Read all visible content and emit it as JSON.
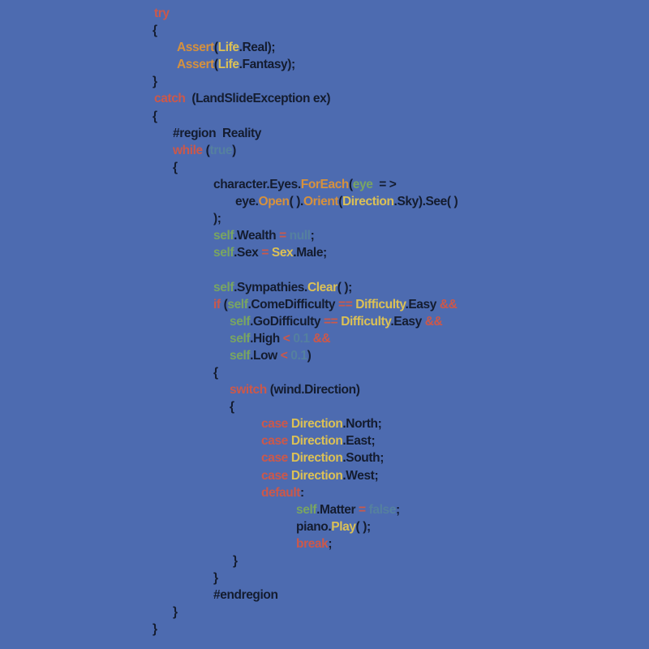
{
  "code": {
    "language_hint": "C#",
    "palette": {
      "background": "#4d6bb0",
      "plain": "#141c2f",
      "red": "#cc584a",
      "orange": "#d6913d",
      "yellow": "#dcc155",
      "green": "#79a562",
      "blue": "#55809f"
    },
    "lines": [
      {
        "indent": 2,
        "tokens": [
          {
            "c": "red",
            "t": "try"
          }
        ]
      },
      {
        "indent": 0,
        "tokens": [
          {
            "c": "plain",
            "t": "{"
          }
        ]
      },
      {
        "indent": 30,
        "tokens": [
          {
            "c": "orange",
            "t": "Assert"
          },
          {
            "c": "plain",
            "t": "("
          },
          {
            "c": "yellow",
            "t": "Life"
          },
          {
            "c": "plain",
            "t": ".Real);"
          }
        ]
      },
      {
        "indent": 30,
        "tokens": [
          {
            "c": "orange",
            "t": "Assert"
          },
          {
            "c": "plain",
            "t": "("
          },
          {
            "c": "yellow",
            "t": "Life"
          },
          {
            "c": "plain",
            "t": ".Fantasy);"
          }
        ]
      },
      {
        "indent": 0,
        "tokens": [
          {
            "c": "plain",
            "t": "}"
          }
        ]
      },
      {
        "indent": 2,
        "tokens": [
          {
            "c": "red",
            "t": "catch"
          },
          {
            "c": "plain",
            "t": "  (LandSlideException ex)"
          }
        ]
      },
      {
        "indent": 0,
        "tokens": [
          {
            "c": "plain",
            "t": "{"
          }
        ]
      },
      {
        "indent": 25,
        "tokens": [
          {
            "c": "plain",
            "t": "#region  Reality"
          }
        ]
      },
      {
        "indent": 25,
        "tokens": [
          {
            "c": "red",
            "t": "while"
          },
          {
            "c": "plain",
            "t": " ("
          },
          {
            "c": "blue",
            "t": "true"
          },
          {
            "c": "plain",
            "t": ")"
          }
        ]
      },
      {
        "indent": 25,
        "tokens": [
          {
            "c": "plain",
            "t": "{"
          }
        ]
      },
      {
        "indent": 75,
        "tokens": [
          {
            "c": "plain",
            "t": "character.Eyes."
          },
          {
            "c": "orange",
            "t": "ForEach"
          },
          {
            "c": "plain",
            "t": "("
          },
          {
            "c": "green",
            "t": "eye"
          },
          {
            "c": "plain",
            "t": "  = >"
          }
        ]
      },
      {
        "indent": 102,
        "tokens": [
          {
            "c": "plain",
            "t": "eye."
          },
          {
            "c": "orange",
            "t": "Open"
          },
          {
            "c": "plain",
            "t": "( )."
          },
          {
            "c": "orange",
            "t": "Orient"
          },
          {
            "c": "plain",
            "t": "("
          },
          {
            "c": "yellow",
            "t": "Direction"
          },
          {
            "c": "plain",
            "t": ".Sky).See( )"
          }
        ]
      },
      {
        "indent": 75,
        "tokens": [
          {
            "c": "plain",
            "t": ");"
          }
        ]
      },
      {
        "indent": 75,
        "tokens": [
          {
            "c": "green",
            "t": "self"
          },
          {
            "c": "plain",
            "t": ".Wealth "
          },
          {
            "c": "red",
            "t": "="
          },
          {
            "c": "blue",
            "t": " null"
          },
          {
            "c": "plain",
            "t": ";"
          }
        ]
      },
      {
        "indent": 75,
        "tokens": [
          {
            "c": "green",
            "t": "self"
          },
          {
            "c": "plain",
            "t": ".Sex "
          },
          {
            "c": "red",
            "t": "="
          },
          {
            "c": "plain",
            "t": " "
          },
          {
            "c": "yellow",
            "t": "Sex"
          },
          {
            "c": "plain",
            "t": ".Male;"
          }
        ]
      },
      {
        "indent": 0,
        "tokens": []
      },
      {
        "indent": 75,
        "tokens": [
          {
            "c": "green",
            "t": "self"
          },
          {
            "c": "plain",
            "t": ".Sympathies."
          },
          {
            "c": "yellow",
            "t": "Clear"
          },
          {
            "c": "plain",
            "t": "( );"
          }
        ]
      },
      {
        "indent": 75,
        "tokens": [
          {
            "c": "red",
            "t": "if"
          },
          {
            "c": "plain",
            "t": " ("
          },
          {
            "c": "green",
            "t": "self"
          },
          {
            "c": "plain",
            "t": ".ComeDifficulty "
          },
          {
            "c": "red",
            "t": "=="
          },
          {
            "c": "plain",
            "t": " "
          },
          {
            "c": "yellow",
            "t": "Difficulty"
          },
          {
            "c": "plain",
            "t": ".Easy "
          },
          {
            "c": "red",
            "t": "&&"
          }
        ]
      },
      {
        "indent": 95,
        "tokens": [
          {
            "c": "green",
            "t": "self"
          },
          {
            "c": "plain",
            "t": ".GoDifficulty "
          },
          {
            "c": "red",
            "t": "=="
          },
          {
            "c": "plain",
            "t": " "
          },
          {
            "c": "yellow",
            "t": "Difficulty"
          },
          {
            "c": "plain",
            "t": ".Easy "
          },
          {
            "c": "red",
            "t": "&&"
          }
        ]
      },
      {
        "indent": 95,
        "tokens": [
          {
            "c": "green",
            "t": "self"
          },
          {
            "c": "plain",
            "t": ".High "
          },
          {
            "c": "red",
            "t": "<"
          },
          {
            "c": "blue",
            "t": " 0.1 "
          },
          {
            "c": "red",
            "t": "&&"
          }
        ]
      },
      {
        "indent": 95,
        "tokens": [
          {
            "c": "green",
            "t": "self"
          },
          {
            "c": "plain",
            "t": ".Low "
          },
          {
            "c": "red",
            "t": "<"
          },
          {
            "c": "blue",
            "t": " 0.1"
          },
          {
            "c": "plain",
            "t": ")"
          }
        ]
      },
      {
        "indent": 75,
        "tokens": [
          {
            "c": "plain",
            "t": "{"
          }
        ]
      },
      {
        "indent": 95,
        "tokens": [
          {
            "c": "red",
            "t": "switch"
          },
          {
            "c": "plain",
            "t": " (wind.Direction)"
          }
        ]
      },
      {
        "indent": 95,
        "tokens": [
          {
            "c": "plain",
            "t": "{"
          }
        ]
      },
      {
        "indent": 134,
        "tokens": [
          {
            "c": "red",
            "t": "case"
          },
          {
            "c": "plain",
            "t": " "
          },
          {
            "c": "yellow",
            "t": "Direction"
          },
          {
            "c": "plain",
            "t": ".North;"
          }
        ]
      },
      {
        "indent": 134,
        "tokens": [
          {
            "c": "red",
            "t": "case"
          },
          {
            "c": "plain",
            "t": " "
          },
          {
            "c": "yellow",
            "t": "Direction"
          },
          {
            "c": "plain",
            "t": ".East;"
          }
        ]
      },
      {
        "indent": 134,
        "tokens": [
          {
            "c": "red",
            "t": "case"
          },
          {
            "c": "plain",
            "t": " "
          },
          {
            "c": "yellow",
            "t": "Direction"
          },
          {
            "c": "plain",
            "t": ".South;"
          }
        ]
      },
      {
        "indent": 134,
        "tokens": [
          {
            "c": "red",
            "t": "case"
          },
          {
            "c": "plain",
            "t": " "
          },
          {
            "c": "yellow",
            "t": "Direction"
          },
          {
            "c": "plain",
            "t": ".West;"
          }
        ]
      },
      {
        "indent": 134,
        "tokens": [
          {
            "c": "red",
            "t": "default"
          },
          {
            "c": "plain",
            "t": ":"
          }
        ]
      },
      {
        "indent": 177,
        "tokens": [
          {
            "c": "green",
            "t": "self"
          },
          {
            "c": "plain",
            "t": ".Matter "
          },
          {
            "c": "red",
            "t": "="
          },
          {
            "c": "blue",
            "t": " false"
          },
          {
            "c": "plain",
            "t": ";"
          }
        ]
      },
      {
        "indent": 177,
        "tokens": [
          {
            "c": "plain",
            "t": "piano."
          },
          {
            "c": "yellow",
            "t": "Play"
          },
          {
            "c": "plain",
            "t": "( );"
          }
        ]
      },
      {
        "indent": 177,
        "tokens": [
          {
            "c": "red",
            "t": "break"
          },
          {
            "c": "plain",
            "t": ";"
          }
        ]
      },
      {
        "indent": 99,
        "tokens": [
          {
            "c": "plain",
            "t": "}"
          }
        ]
      },
      {
        "indent": 75,
        "tokens": [
          {
            "c": "plain",
            "t": "}"
          }
        ]
      },
      {
        "indent": 75,
        "tokens": [
          {
            "c": "plain",
            "t": "#endregion"
          }
        ]
      },
      {
        "indent": 25,
        "tokens": [
          {
            "c": "plain",
            "t": "}"
          }
        ]
      },
      {
        "indent": 0,
        "tokens": [
          {
            "c": "plain",
            "t": "}"
          }
        ]
      }
    ]
  }
}
